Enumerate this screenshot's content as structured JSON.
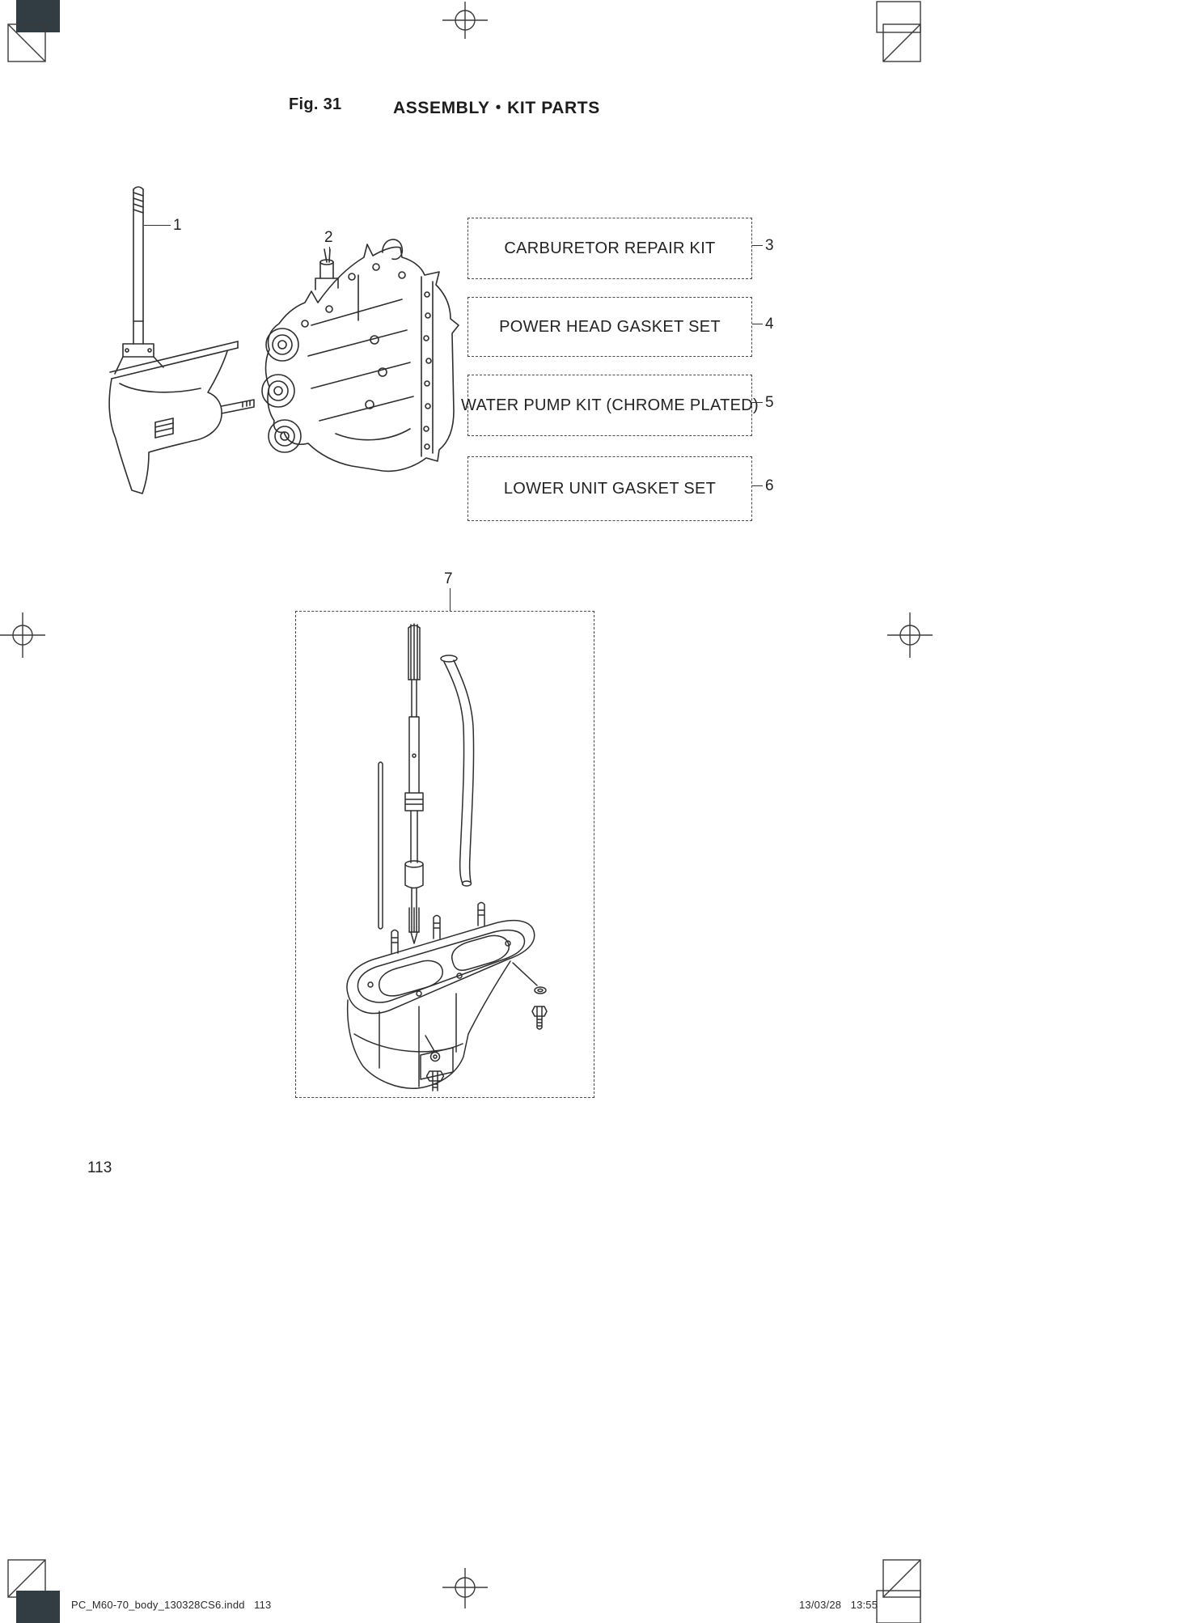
{
  "header": {
    "fig_label": "Fig. 31",
    "title": "ASSEMBLY・KIT PARTS"
  },
  "kit_boxes": [
    {
      "label": "CARBURETOR REPAIR KIT",
      "callout": "3"
    },
    {
      "label": "POWER HEAD GASKET SET",
      "callout": "4"
    },
    {
      "label": "WATER PUMP KIT (CHROME PLATED)",
      "callout": "5"
    },
    {
      "label": "LOWER UNIT GASKET SET",
      "callout": "6"
    }
  ],
  "callouts": {
    "lower_unit_assembly": "1",
    "power_head_assembly": "2",
    "lower_casing_kit": "7"
  },
  "footer": {
    "page_number": "113",
    "file_info": "PC_M60-70_body_130328CS6.indd   113",
    "datetime": "13/03/28   13:55"
  }
}
